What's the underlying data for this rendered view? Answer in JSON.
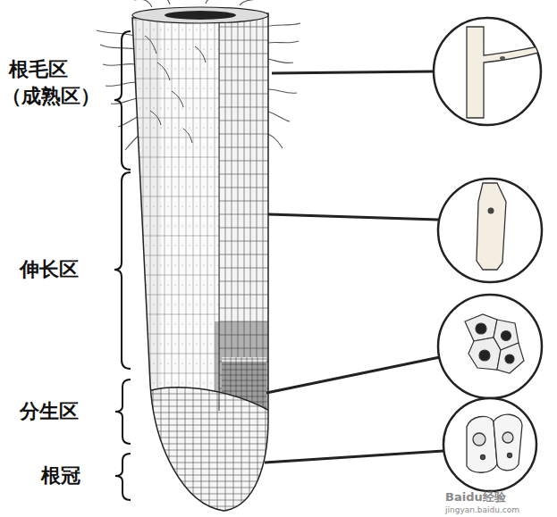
{
  "diagram": {
    "labels": [
      "根毛区",
      "（成熟区）",
      "伸长区",
      "分生区",
      "根冠",
      "Baidu经验",
      "jingyan.baidu.com"
    ]
  }
}
